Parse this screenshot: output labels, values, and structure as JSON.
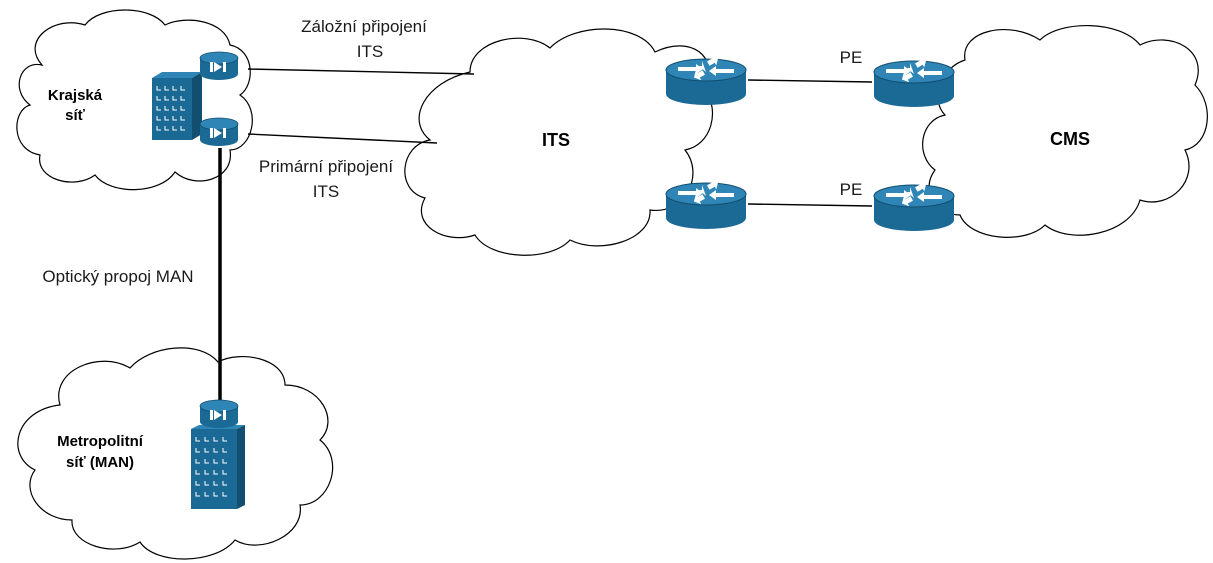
{
  "clouds": {
    "regional": {
      "line1": "Krajská",
      "line2": "síť"
    },
    "its": {
      "label": "ITS"
    },
    "cms": {
      "label": "CMS"
    },
    "metro": {
      "line1": "Metropolitní",
      "line2": "síť (MAN)"
    }
  },
  "links": {
    "backup": {
      "line1": "Záložní připojení",
      "line2": "ITS"
    },
    "primary": {
      "line1": "Primární připojení",
      "line2": "ITS"
    },
    "optical": {
      "label": "Optický propoj MAN"
    },
    "pe_top": {
      "label": "PE"
    },
    "pe_bottom": {
      "label": "PE"
    }
  },
  "colors": {
    "device": "#1b6a96",
    "device_top": "#2f86b6",
    "device_dark": "#124e70"
  },
  "icons": {
    "router": "router-icon",
    "firewall": "firewall-icon",
    "building": "building-icon"
  }
}
